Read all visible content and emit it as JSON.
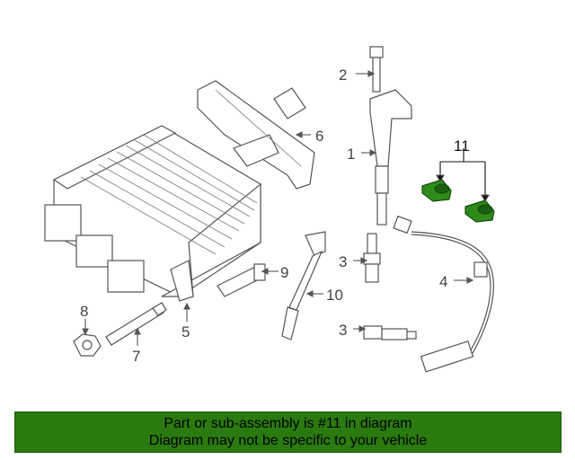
{
  "callouts": {
    "c1": "1",
    "c2": "2",
    "c3a": "3",
    "c3b": "3",
    "c4": "4",
    "c5": "5",
    "c6": "6",
    "c7": "7",
    "c8": "8",
    "c9": "9",
    "c10": "10",
    "c11": "11"
  },
  "highlight_color": "#2e8b1a",
  "footer": {
    "line1": "Part or sub-assembly is #11 in diagram",
    "line2": "Diagram may not be specific to your vehicle",
    "background": "#2a7a0f"
  }
}
